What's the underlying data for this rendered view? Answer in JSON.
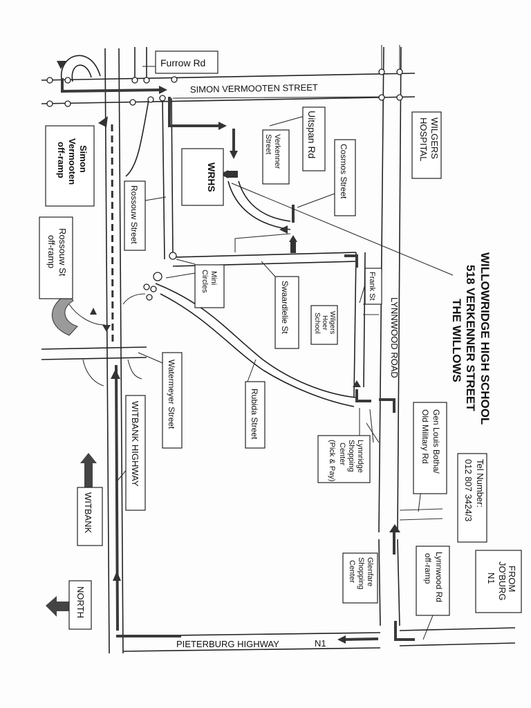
{
  "title": {
    "line1": "WILLOWRIDGE HIGH SCHOOL",
    "line2": "518 VERKENNER STREET",
    "line3": "THE WILLOWS"
  },
  "tel": {
    "label": "Tel Number:",
    "value": "012 807 3424/3"
  },
  "roads": {
    "simon_vermooten": "SIMON VERMOOTEN STREET",
    "lynnwood": "LYNNWOOD ROAD",
    "pieterburg": "PIETERBURG HIGHWAY",
    "n1": "N1",
    "witbank_hwy": "WITBANK HIGHWAY"
  },
  "labels": {
    "furrow": "Furrow Rd",
    "uitspan": "Uitspan Rd",
    "verkenner": [
      "Verkenner",
      "Street"
    ],
    "cosmos": "Cosmos Street",
    "wrhs": "WRHS",
    "wilgers_hospital": [
      "WILGERS",
      "HOSPITAL"
    ],
    "simon_offramp": [
      "Simon",
      "Vermooten",
      "off-ramp"
    ],
    "rossouw_offramp": [
      "Rossouw St",
      "off-ramp"
    ],
    "rossouw_street": "Rossouw Street",
    "mini_circles": [
      "Mini",
      "Circles"
    ],
    "swaardlelie": "Swaardlelie St",
    "frank": "Frank St",
    "wilgers_hoer": [
      "Wilgers",
      "Hoer",
      "School"
    ],
    "watermeyer": "Watermeyer Street",
    "rubida": "Rubida Street",
    "lynnridge": [
      "Lynnridge",
      "Shopping",
      "Center",
      "(Pick & Pay)"
    ],
    "gen_louis": [
      "Gen Louis Botha/",
      "Old Military Rd"
    ],
    "glenfare": [
      "Glenfare",
      "Shopping",
      "Center"
    ],
    "lynnwood_offramp": [
      "Lynnwood Rd",
      "off-ramp"
    ],
    "from_joburg": [
      "FROM",
      "JO'BURG",
      "N1"
    ],
    "witbank": "WITBANK",
    "north": "NORTH"
  }
}
